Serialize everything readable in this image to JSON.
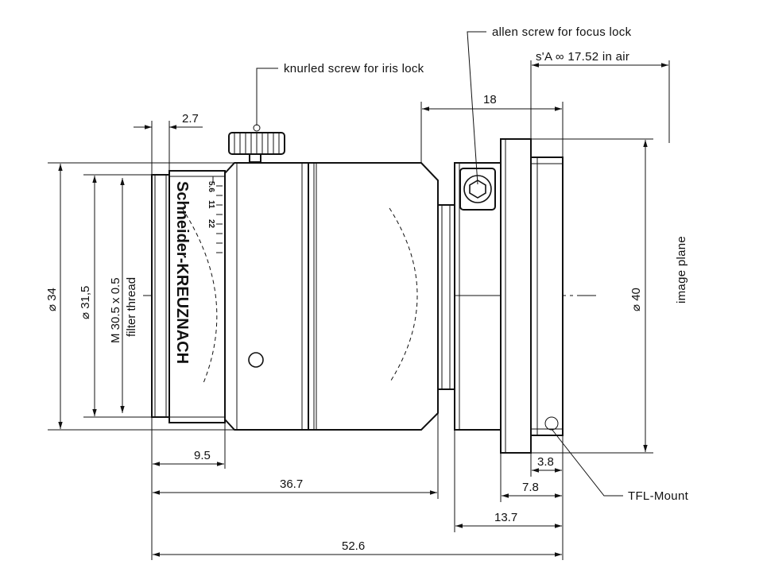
{
  "labels": {
    "brand": "Schneider-KREUZNACH",
    "knurled": "knurled screw for iris lock",
    "allen": "allen screw for focus lock",
    "sa": "s'A ∞  17.52  in air",
    "image_plane": "image plane",
    "tfl": "TFL-Mount",
    "filter_line1": "M  30.5  x 0.5",
    "filter_line2": "filter thread"
  },
  "dimensions": {
    "d27": "2.7",
    "d18": "18",
    "d95": "9.5",
    "d367": "36.7",
    "d38": "3.8",
    "d78": "7.8",
    "d137": "13.7",
    "d526": "52.6",
    "dia34": "⌀ 34",
    "dia315": "⌀ 31,5",
    "dia40": "⌀ 40"
  },
  "iris_scale": [
    "5.6",
    "11",
    "22"
  ]
}
